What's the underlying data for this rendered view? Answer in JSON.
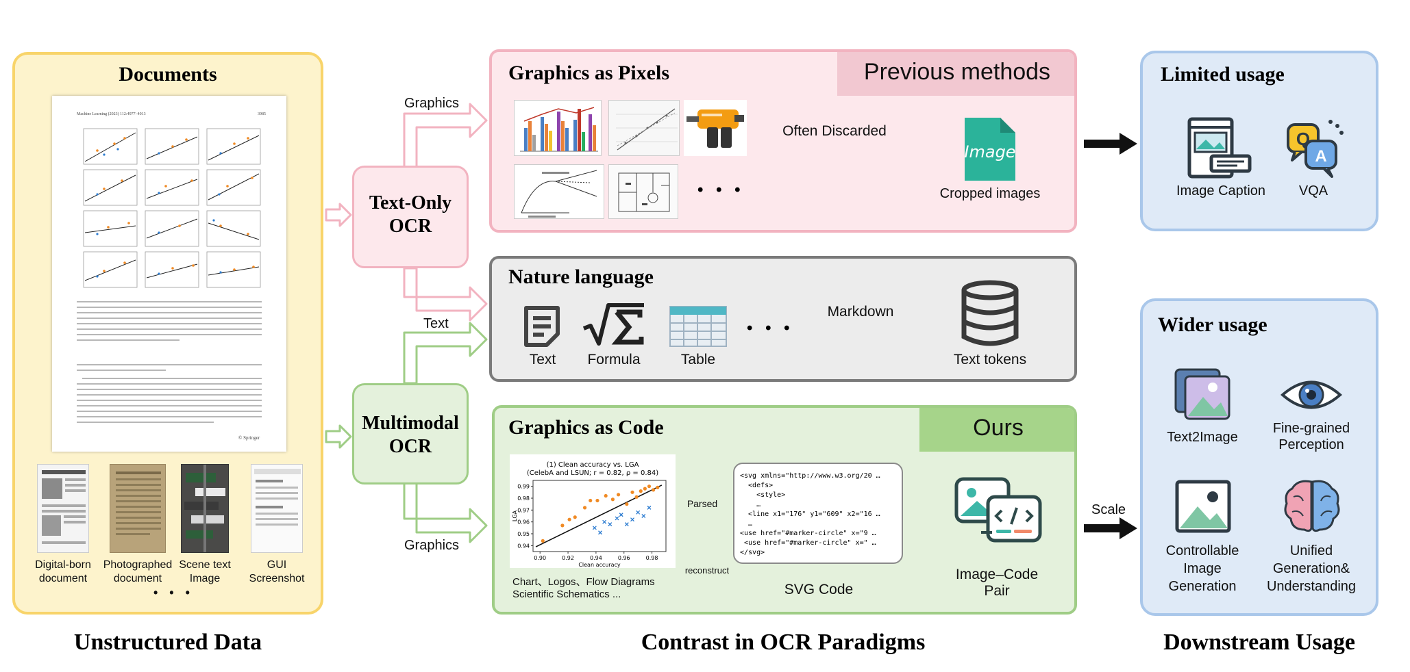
{
  "documents": {
    "title": "Documents",
    "page_header_left": "Machine Learning (2023) 112:4977–4013",
    "page_header_right": "3985",
    "page_footer": "© Springer",
    "types": [
      {
        "label": "Digital-born\ndocument"
      },
      {
        "label": "Photographed\ndocument"
      },
      {
        "label": "Scene text\nImage"
      },
      {
        "label": "GUI\nScreenshot"
      }
    ],
    "more": "• • •"
  },
  "ocr": {
    "text_only": "Text-Only\nOCR",
    "multimodal": "Multimodal\nOCR",
    "arrow_graphics_top": "Graphics",
    "arrow_text": "Text",
    "arrow_graphics_bottom": "Graphics"
  },
  "pixels": {
    "title": "Graphics as Pixels",
    "tag": "Previous methods",
    "arrow_label": "Often Discarded",
    "icon_text": "Image",
    "result": "Cropped images",
    "more": "• • •"
  },
  "nature": {
    "title": "Nature language",
    "items": [
      {
        "label": "Text"
      },
      {
        "label": "Formula"
      },
      {
        "label": "Table"
      }
    ],
    "more": "• • •",
    "arrow_label": "Markdown",
    "result": "Text tokens"
  },
  "code": {
    "title": "Graphics as Code",
    "tag": "Ours",
    "chart_title": "(1) Clean accuracy vs. LGA",
    "chart_subtitle": "(CelebA and LSUN; r = 0.82, ρ = 0.84)",
    "chart_caption": "Chart、Logos、Flow Diagrams\nScientific Schematics ...",
    "parsed": "Parsed",
    "reconstruct": "reconstruct",
    "svg_lines": [
      "<svg xmlns=\"http://www.w3.org/20 …",
      "  <defs>",
      "    <style>",
      "    …",
      "  <line x1=\"176\" y1=\"609\" x2=\"16 …",
      "  …",
      "<use href=\"#marker-circle\" x=\"9 …",
      " <use href=\"#marker-circle\" x=\" …",
      "</svg>"
    ],
    "svg_caption": "SVG Code",
    "pair_caption": "Image–Code\nPair"
  },
  "chart_data": {
    "type": "scatter",
    "title": "(1) Clean accuracy vs. LGA",
    "subtitle": "(CelebA and LSUN; r = 0.82, ρ = 0.84)",
    "xlabel": "Clean accuracy",
    "ylabel": "LGA",
    "xlim": [
      0.895,
      0.99
    ],
    "ylim": [
      0.935,
      0.995
    ],
    "xticks": [
      "0.90",
      "0.92",
      "0.94",
      "0.96",
      "0.98"
    ],
    "yticks": [
      "0.99",
      "0.98",
      "0.97",
      "0.96",
      "0.95",
      "0.94"
    ],
    "series": [
      {
        "marker": "circle",
        "color": "#f08a24",
        "points": [
          [
            0.902,
            0.944
          ],
          [
            0.916,
            0.957
          ],
          [
            0.921,
            0.962
          ],
          [
            0.925,
            0.964
          ],
          [
            0.932,
            0.972
          ],
          [
            0.936,
            0.978
          ],
          [
            0.941,
            0.978
          ],
          [
            0.947,
            0.982
          ],
          [
            0.952,
            0.979
          ],
          [
            0.956,
            0.983
          ],
          [
            0.962,
            0.975
          ],
          [
            0.966,
            0.985
          ],
          [
            0.969,
            0.981
          ],
          [
            0.972,
            0.986
          ],
          [
            0.975,
            0.988
          ],
          [
            0.978,
            0.99
          ],
          [
            0.981,
            0.987
          ],
          [
            0.984,
            0.989
          ]
        ]
      },
      {
        "marker": "x",
        "color": "#2b7bd0",
        "points": [
          [
            0.939,
            0.955
          ],
          [
            0.943,
            0.951
          ],
          [
            0.946,
            0.96
          ],
          [
            0.95,
            0.958
          ],
          [
            0.955,
            0.963
          ],
          [
            0.958,
            0.966
          ],
          [
            0.962,
            0.958
          ],
          [
            0.966,
            0.962
          ],
          [
            0.97,
            0.968
          ],
          [
            0.974,
            0.965
          ],
          [
            0.978,
            0.972
          ]
        ]
      }
    ],
    "trendline": [
      [
        0.897,
        0.939
      ],
      [
        0.987,
        0.991
      ]
    ]
  },
  "limited": {
    "title": "Limited usage",
    "items": [
      {
        "label": "Image Caption"
      },
      {
        "label": "VQA"
      }
    ]
  },
  "wider": {
    "title": "Wider usage",
    "items": [
      {
        "label": "Text2Image"
      },
      {
        "label": "Fine-grained\nPerception"
      },
      {
        "label": "Controllable\nImage\nGeneration"
      },
      {
        "label": "Unified\nGeneration&\nUnderstanding"
      }
    ]
  },
  "scale_label": "Scale",
  "bottom": {
    "left": "Unstructured Data",
    "center": "Contrast in OCR Paradigms",
    "right": "Downstream Usage"
  },
  "colors": {
    "doc_fill": "#fdf3cc",
    "doc_border": "#f8d46a",
    "pink_fill": "#fde8ec",
    "pink_border": "#f2b3c0",
    "pink_tag": "#f2c8d1",
    "gray_fill": "#ececec",
    "gray_border": "#7a7a7a",
    "green_fill": "#e4f1dc",
    "green_border": "#9fcd86",
    "green_tag": "#a6d48a",
    "blue_fill": "#dfeaf7",
    "blue_border": "#a9c7ea"
  }
}
